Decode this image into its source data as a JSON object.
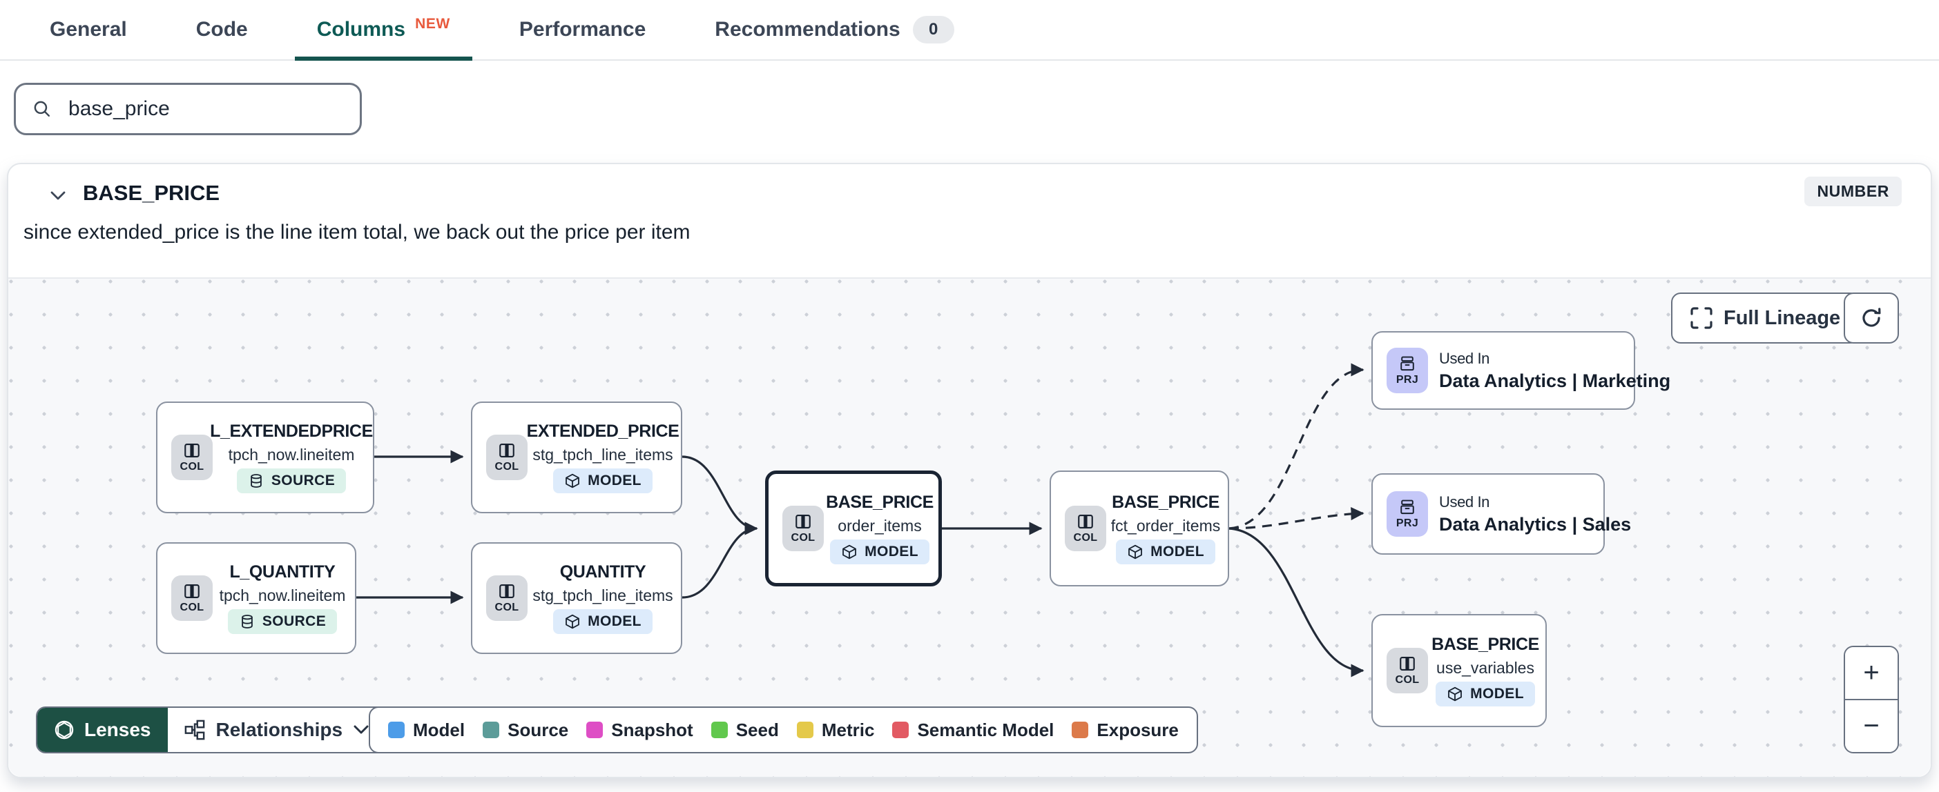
{
  "colors": {
    "accent_teal": "#15544f",
    "active_tab_text": "#0e5a55",
    "new_badge_orange": "#e8593c",
    "lenses_green": "#1d5044",
    "selected_node_border": "#1a2433",
    "source_badge_bg": "#dcf2ea",
    "model_badge_bg": "#ddebfb",
    "prj_chip_bg": "#c5c8f8"
  },
  "tabs": [
    {
      "label": "General"
    },
    {
      "label": "Code"
    },
    {
      "label": "Columns",
      "badge": "NEW"
    },
    {
      "label": "Performance"
    },
    {
      "label": "Recommendations",
      "count": "0"
    }
  ],
  "search": {
    "value": "base_price"
  },
  "column_panel": {
    "name": "BASE_PRICE",
    "type_badge": "NUMBER",
    "description": "since extended_price is the line item total, we back out the price per item"
  },
  "lineage": {
    "controls": {
      "full_lineage_label": "Full Lineage",
      "zoom_in": "+",
      "zoom_out": "−"
    },
    "toolbar": {
      "lenses_label": "Lenses",
      "relationships_label": "Relationships"
    },
    "legend": [
      {
        "label": "Model",
        "color": "#4d9ce8"
      },
      {
        "label": "Source",
        "color": "#5c9c99"
      },
      {
        "label": "Snapshot",
        "color": "#de4ec5"
      },
      {
        "label": "Seed",
        "color": "#61c84d"
      },
      {
        "label": "Metric",
        "color": "#e4c94a"
      },
      {
        "label": "Semantic Model",
        "color": "#e25a63"
      },
      {
        "label": "Exposure",
        "color": "#dc7a4a"
      }
    ],
    "nodes": [
      {
        "chip": "COL",
        "title": "L_EXTENDEDPRICE",
        "subtitle": "tpch_now.lineitem",
        "badge": "SOURCE"
      },
      {
        "chip": "COL",
        "title": "EXTENDED_PRICE",
        "subtitle": "stg_tpch_line_items",
        "badge": "MODEL"
      },
      {
        "chip": "COL",
        "title": "L_QUANTITY",
        "subtitle": "tpch_now.lineitem",
        "badge": "SOURCE"
      },
      {
        "chip": "COL",
        "title": "QUANTITY",
        "subtitle": "stg_tpch_line_items",
        "badge": "MODEL"
      },
      {
        "chip": "COL",
        "title": "BASE_PRICE",
        "subtitle": "order_items",
        "badge": "MODEL",
        "selected": true
      },
      {
        "chip": "COL",
        "title": "BASE_PRICE",
        "subtitle": "fct_order_items",
        "badge": "MODEL"
      },
      {
        "chip": "PRJ",
        "title": "Used In",
        "subtitle": "Data Analytics | Marketing"
      },
      {
        "chip": "PRJ",
        "title": "Used In",
        "subtitle": "Data Analytics | Sales"
      },
      {
        "chip": "COL",
        "title": "BASE_PRICE",
        "subtitle": "use_variables",
        "badge": "MODEL"
      }
    ],
    "edges": [
      {
        "from": "L_EXTENDEDPRICE (tpch_now.lineitem)",
        "to": "EXTENDED_PRICE (stg_tpch_line_items)",
        "style": "solid"
      },
      {
        "from": "L_QUANTITY (tpch_now.lineitem)",
        "to": "QUANTITY (stg_tpch_line_items)",
        "style": "solid"
      },
      {
        "from": "EXTENDED_PRICE (stg_tpch_line_items)",
        "to": "BASE_PRICE (order_items)",
        "style": "solid"
      },
      {
        "from": "QUANTITY (stg_tpch_line_items)",
        "to": "BASE_PRICE (order_items)",
        "style": "solid"
      },
      {
        "from": "BASE_PRICE (order_items)",
        "to": "BASE_PRICE (fct_order_items)",
        "style": "solid"
      },
      {
        "from": "BASE_PRICE (fct_order_items)",
        "to": "Used In Data Analytics | Marketing",
        "style": "dashed"
      },
      {
        "from": "BASE_PRICE (fct_order_items)",
        "to": "Used In Data Analytics | Sales",
        "style": "dashed"
      },
      {
        "from": "BASE_PRICE (fct_order_items)",
        "to": "BASE_PRICE (use_variables)",
        "style": "solid"
      }
    ]
  }
}
